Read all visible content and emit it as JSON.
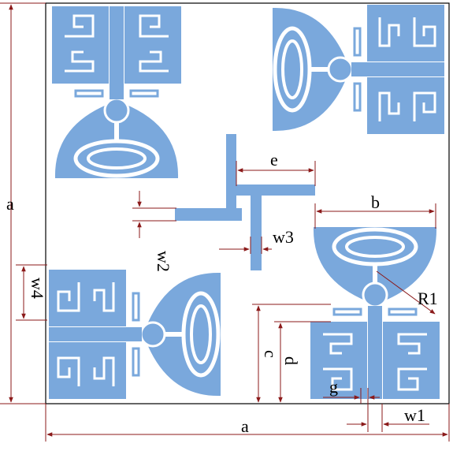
{
  "colors": {
    "metal": "#7aa8dc",
    "dimension": "#8b1a1a",
    "outline": "#000000",
    "background": "#ffffff"
  },
  "labels": {
    "a_left": "a",
    "a_bottom": "a",
    "b": "b",
    "c": "c",
    "d": "d",
    "e": "e",
    "g": "g",
    "w1": "w1",
    "w2": "w2",
    "w3": "w3",
    "w4": "w4",
    "R1": "R1"
  }
}
